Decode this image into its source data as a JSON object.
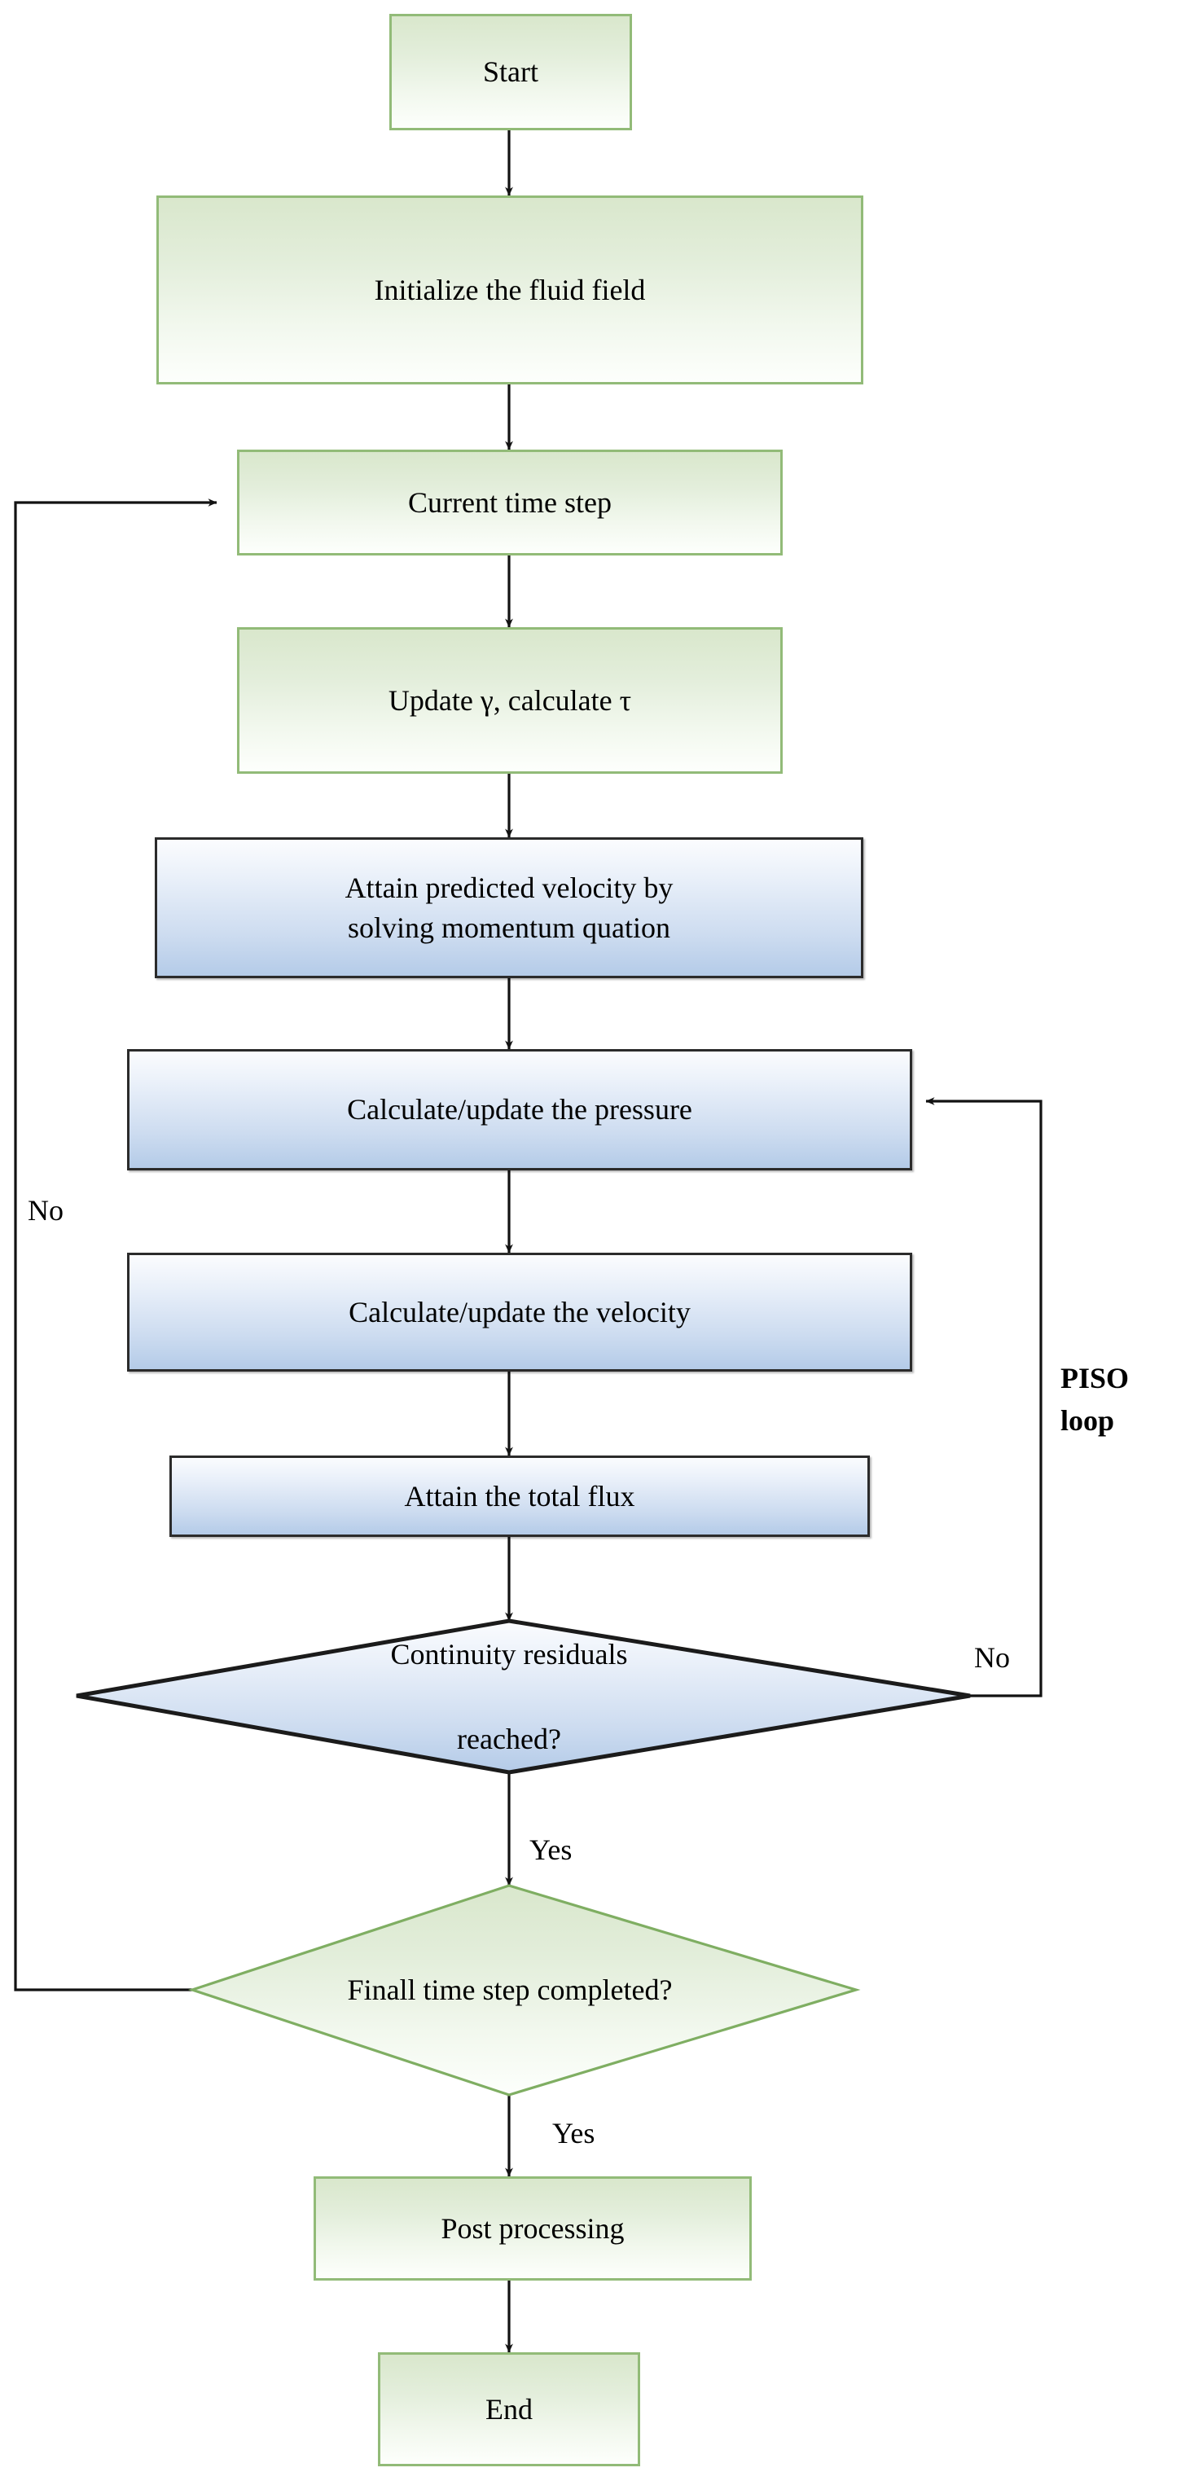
{
  "diagram": {
    "type": "flowchart",
    "title": "CFD PISO solver flowchart",
    "colors": {
      "green_fill_top": "#d9e7cc",
      "green_fill_bottom": "#fdfffc",
      "green_stroke": "#92bb78",
      "blue_fill_top": "#fbfcfe",
      "blue_fill_bottom": "#b4cbe8",
      "blue_stroke": "#2b2b2b",
      "connector": "#1a1a1a",
      "text": "#000000"
    },
    "nodes": [
      {
        "id": "start",
        "label": "Start",
        "shape": "rect",
        "style": "green"
      },
      {
        "id": "init",
        "label": "Initialize the fluid field",
        "shape": "rect",
        "style": "green"
      },
      {
        "id": "timestep",
        "label": "Current time step",
        "shape": "rect",
        "style": "green"
      },
      {
        "id": "update",
        "label": "Update γ, calculate τ",
        "shape": "rect",
        "style": "green"
      },
      {
        "id": "predict",
        "label": "Attain predicted velocity by\nsolving momentum quation",
        "shape": "rect",
        "style": "blue"
      },
      {
        "id": "pressure",
        "label": "Calculate/update the pressure",
        "shape": "rect",
        "style": "blue"
      },
      {
        "id": "velocity",
        "label": "Calculate/update the velocity",
        "shape": "rect",
        "style": "blue"
      },
      {
        "id": "flux",
        "label": "Attain the total flux",
        "shape": "rect",
        "style": "blue"
      },
      {
        "id": "residuals",
        "label": "Continuity residuals\n\nreached?",
        "shape": "diamond",
        "style": "blue"
      },
      {
        "id": "finaltime",
        "label": "Finall time step completed?",
        "shape": "diamond",
        "style": "green"
      },
      {
        "id": "post",
        "label": "Post processing",
        "shape": "rect",
        "style": "green"
      },
      {
        "id": "end",
        "label": "End",
        "shape": "rect",
        "style": "green"
      }
    ],
    "edge_labels": [
      {
        "id": "no-left",
        "text": "No",
        "bold": false
      },
      {
        "id": "piso-loop",
        "text": "PISO\nloop",
        "bold": true
      },
      {
        "id": "no-right",
        "text": "No",
        "bold": false
      },
      {
        "id": "yes-1",
        "text": "Yes",
        "bold": false
      },
      {
        "id": "yes-2",
        "text": "Yes",
        "bold": false
      }
    ],
    "edges": [
      {
        "from": "start",
        "to": "init",
        "label": ""
      },
      {
        "from": "init",
        "to": "timestep",
        "label": ""
      },
      {
        "from": "timestep",
        "to": "update",
        "label": ""
      },
      {
        "from": "update",
        "to": "predict",
        "label": ""
      },
      {
        "from": "predict",
        "to": "pressure",
        "label": ""
      },
      {
        "from": "pressure",
        "to": "velocity",
        "label": ""
      },
      {
        "from": "velocity",
        "to": "flux",
        "label": ""
      },
      {
        "from": "flux",
        "to": "residuals",
        "label": ""
      },
      {
        "from": "residuals",
        "to": "pressure",
        "label": "No"
      },
      {
        "from": "residuals",
        "to": "finaltime",
        "label": "Yes"
      },
      {
        "from": "finaltime",
        "to": "timestep",
        "label": "No"
      },
      {
        "from": "finaltime",
        "to": "post",
        "label": "Yes"
      },
      {
        "from": "post",
        "to": "end",
        "label": ""
      }
    ]
  }
}
